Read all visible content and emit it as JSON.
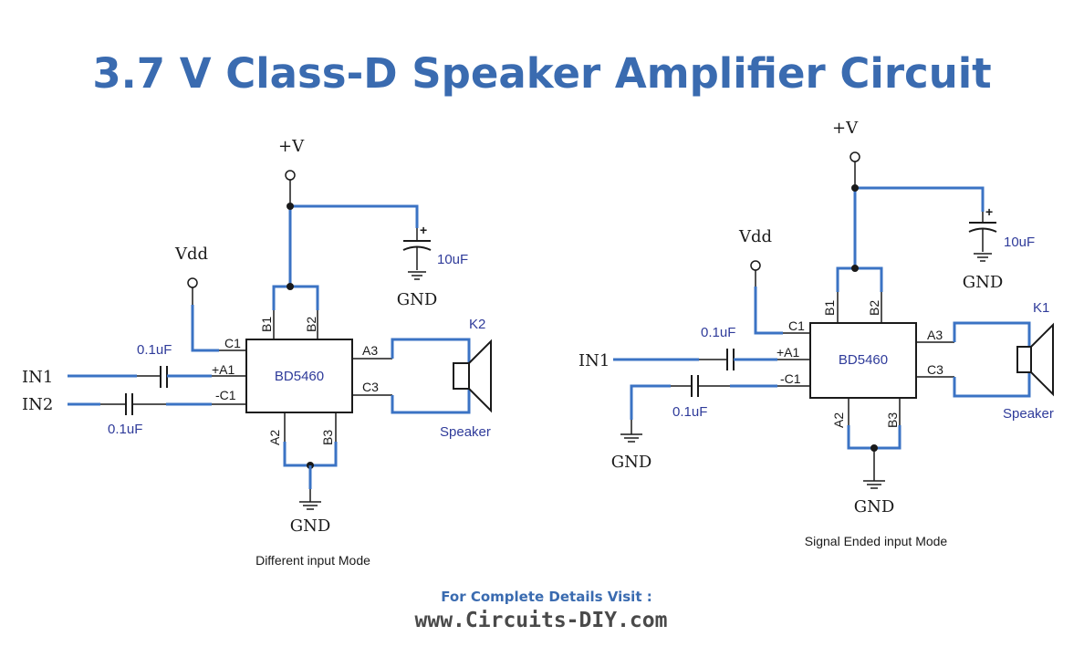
{
  "title": "3.7 V Class-D Speaker Amplifier Circuit",
  "footer": {
    "line1": "For Complete Details Visit :",
    "line2": "www.Circuits-DIY.com"
  },
  "left": {
    "supply": "+V",
    "vdd": "Vdd",
    "cap_supply": "10uF",
    "gnd_supply": "GND",
    "gnd_bottom": "GND",
    "ic": "BD5460",
    "pins": {
      "b1": "B1",
      "b2": "B2",
      "c1": "C1",
      "pa1": "+A1",
      "nc1": "-C1",
      "a3": "A3",
      "c3": "C3",
      "a2": "A2",
      "b3": "B3"
    },
    "in1": "IN1",
    "in2": "IN2",
    "cap_in1": "0.1uF",
    "cap_in2": "0.1uF",
    "speaker_ref": "K2",
    "speaker_label": "Speaker",
    "caption": "Different input Mode"
  },
  "right": {
    "supply": "+V",
    "vdd": "Vdd",
    "cap_supply": "10uF",
    "gnd_supply": "GND",
    "gnd_bottom": "GND",
    "gnd_input": "GND",
    "ic": "BD5460",
    "pins": {
      "b1": "B1",
      "b2": "B2",
      "c1": "C1",
      "pa1": "+A1",
      "nc1": "-C1",
      "a3": "A3",
      "c3": "C3",
      "a2": "A2",
      "b3": "B3"
    },
    "in1": "IN1",
    "cap_in1": "0.1uF",
    "cap_in2": "0.1uF",
    "speaker_ref": "K1",
    "speaker_label": "Speaker",
    "caption": "Signal Ended input Mode"
  }
}
